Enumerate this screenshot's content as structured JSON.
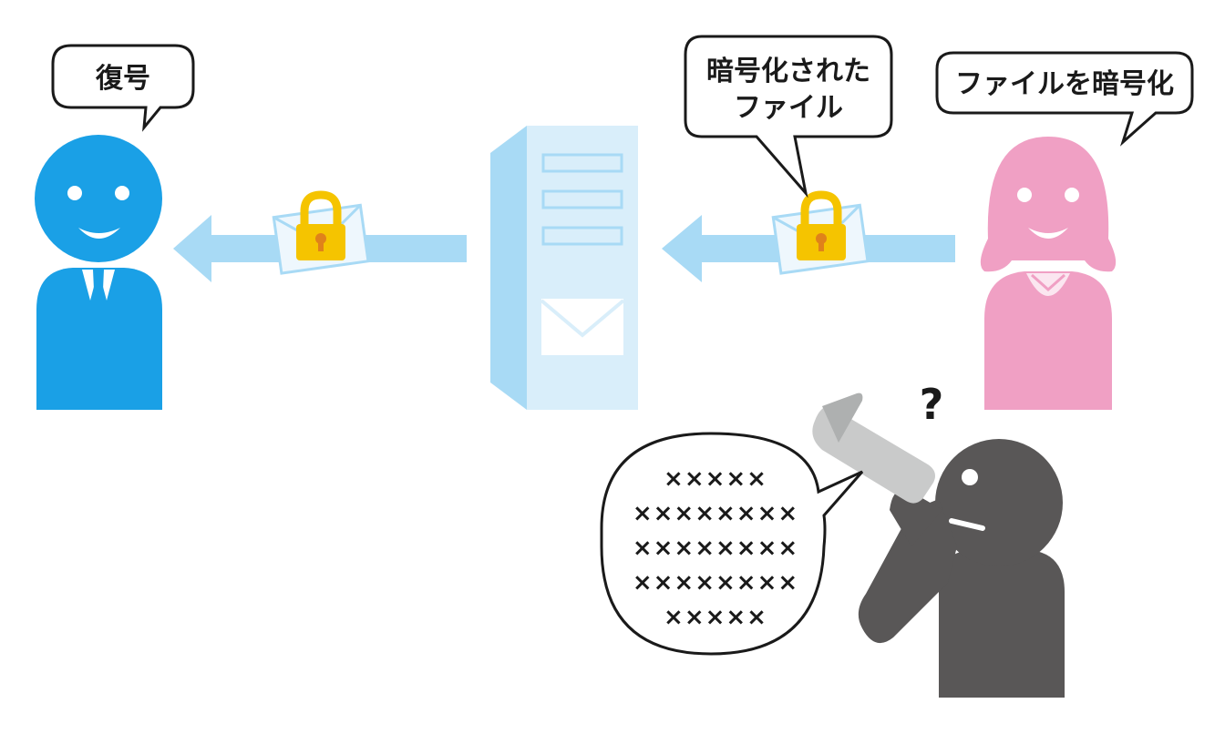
{
  "labels": {
    "decrypt": "復号",
    "encrypted_file_line1": "暗号化された",
    "encrypted_file_line2": "ファイル",
    "encrypt_file": "ファイルを暗号化",
    "question": "?"
  },
  "ciphertext_lines": [
    "×××××",
    "××××××××",
    "××××××××",
    "××××××××",
    "×××××"
  ],
  "colors": {
    "receiver": "#1aa0e6",
    "sender": "#f0a0c4",
    "eavesdropper": "#595757",
    "arrow": "#a8daf5",
    "server": "#d9eefa",
    "server_side": "#a8daf5",
    "lock": "#f5c400",
    "keyhole": "#e0821a"
  },
  "icons": {
    "receiver": "man-person-icon",
    "sender": "woman-person-icon",
    "eavesdropper": "eavesdropper-person-icon",
    "server": "mail-server-icon",
    "lock": "padlock-icon",
    "envelope": "envelope-icon",
    "telescope": "telescope-icon"
  }
}
